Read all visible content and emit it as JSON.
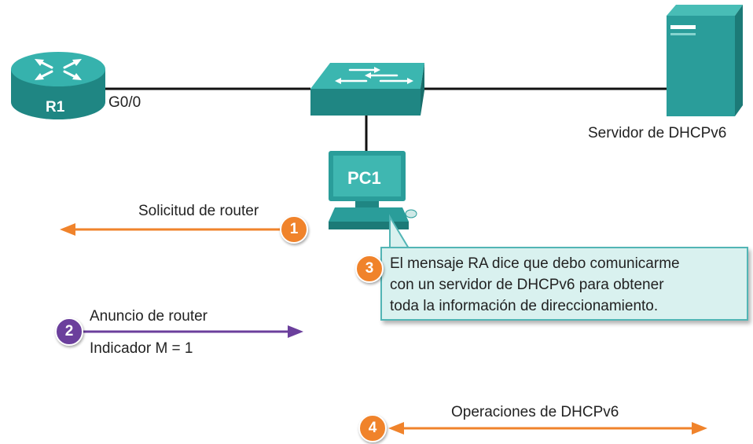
{
  "devices": {
    "router_label": "R1",
    "router_interface": "G0/0",
    "pc_label": "PC1",
    "server_caption": "Servidor de DHCPv6"
  },
  "steps": [
    {
      "number": "1",
      "label": "Solicitud de router"
    },
    {
      "number": "2",
      "label": "Anuncio de router",
      "sublabel": "Indicador M = 1"
    },
    {
      "number": "3",
      "callout_lines": [
        "El mensaje RA dice que debo comunicarme",
        "con un servidor de DHCPv6 para obtener",
        "toda la información de direccionamiento."
      ]
    },
    {
      "number": "4",
      "label": "Operaciones de DHCPv6"
    }
  ],
  "colors": {
    "device_teal": "#2a9d9a",
    "orange": "#f0832b",
    "purple": "#6b3f9c",
    "callout_fill": "#d9f1ef",
    "callout_border": "#52b5b5"
  }
}
